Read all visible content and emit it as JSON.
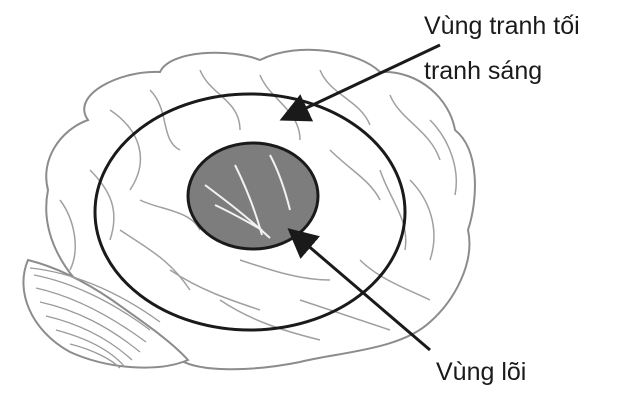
{
  "labels": {
    "penumbra_line1": "Vùng tranh tối",
    "penumbra_line2": "tranh sáng",
    "core": "Vùng lõi"
  },
  "colors": {
    "background": "#ffffff",
    "outline": "#8c8c8c",
    "ring": "#1a1a1a",
    "core_fill": "#7d7d7d",
    "core_vessel": "#f2f2f2",
    "arrow": "#1a1a1a"
  }
}
